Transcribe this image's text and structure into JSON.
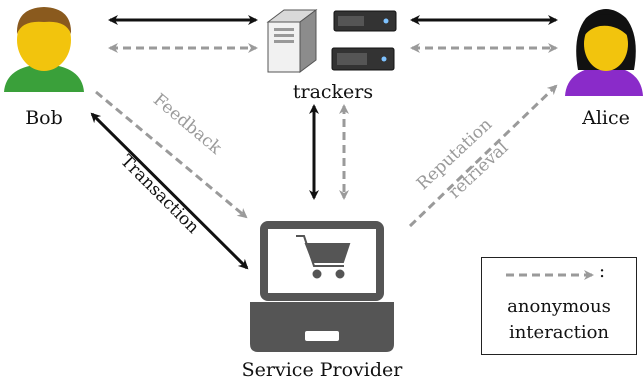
{
  "labels": {
    "bob": "Bob",
    "alice": "Alice",
    "trackers": "trackers",
    "service_provider": "Service Provider",
    "feedback": "Feedback",
    "transaction": "Transaction",
    "reputation": "Reputation",
    "retrieval": "retrieval"
  },
  "legend": {
    "colon": ":",
    "line1": "anonymous",
    "line2": "interaction"
  },
  "colors": {
    "solid_arrow": "#111111",
    "dashed_arrow": "#9a9a9a",
    "bob_shirt": "#3aa03a",
    "alice_shirt": "#8a2bc9",
    "face": "#f2c40d",
    "laptop": "#555555"
  },
  "icons": {
    "bob": "user-avatar-icon",
    "alice": "user-avatar-icon",
    "trackers": "server-stack-icon",
    "service_provider": "laptop-shopping-cart-icon"
  }
}
